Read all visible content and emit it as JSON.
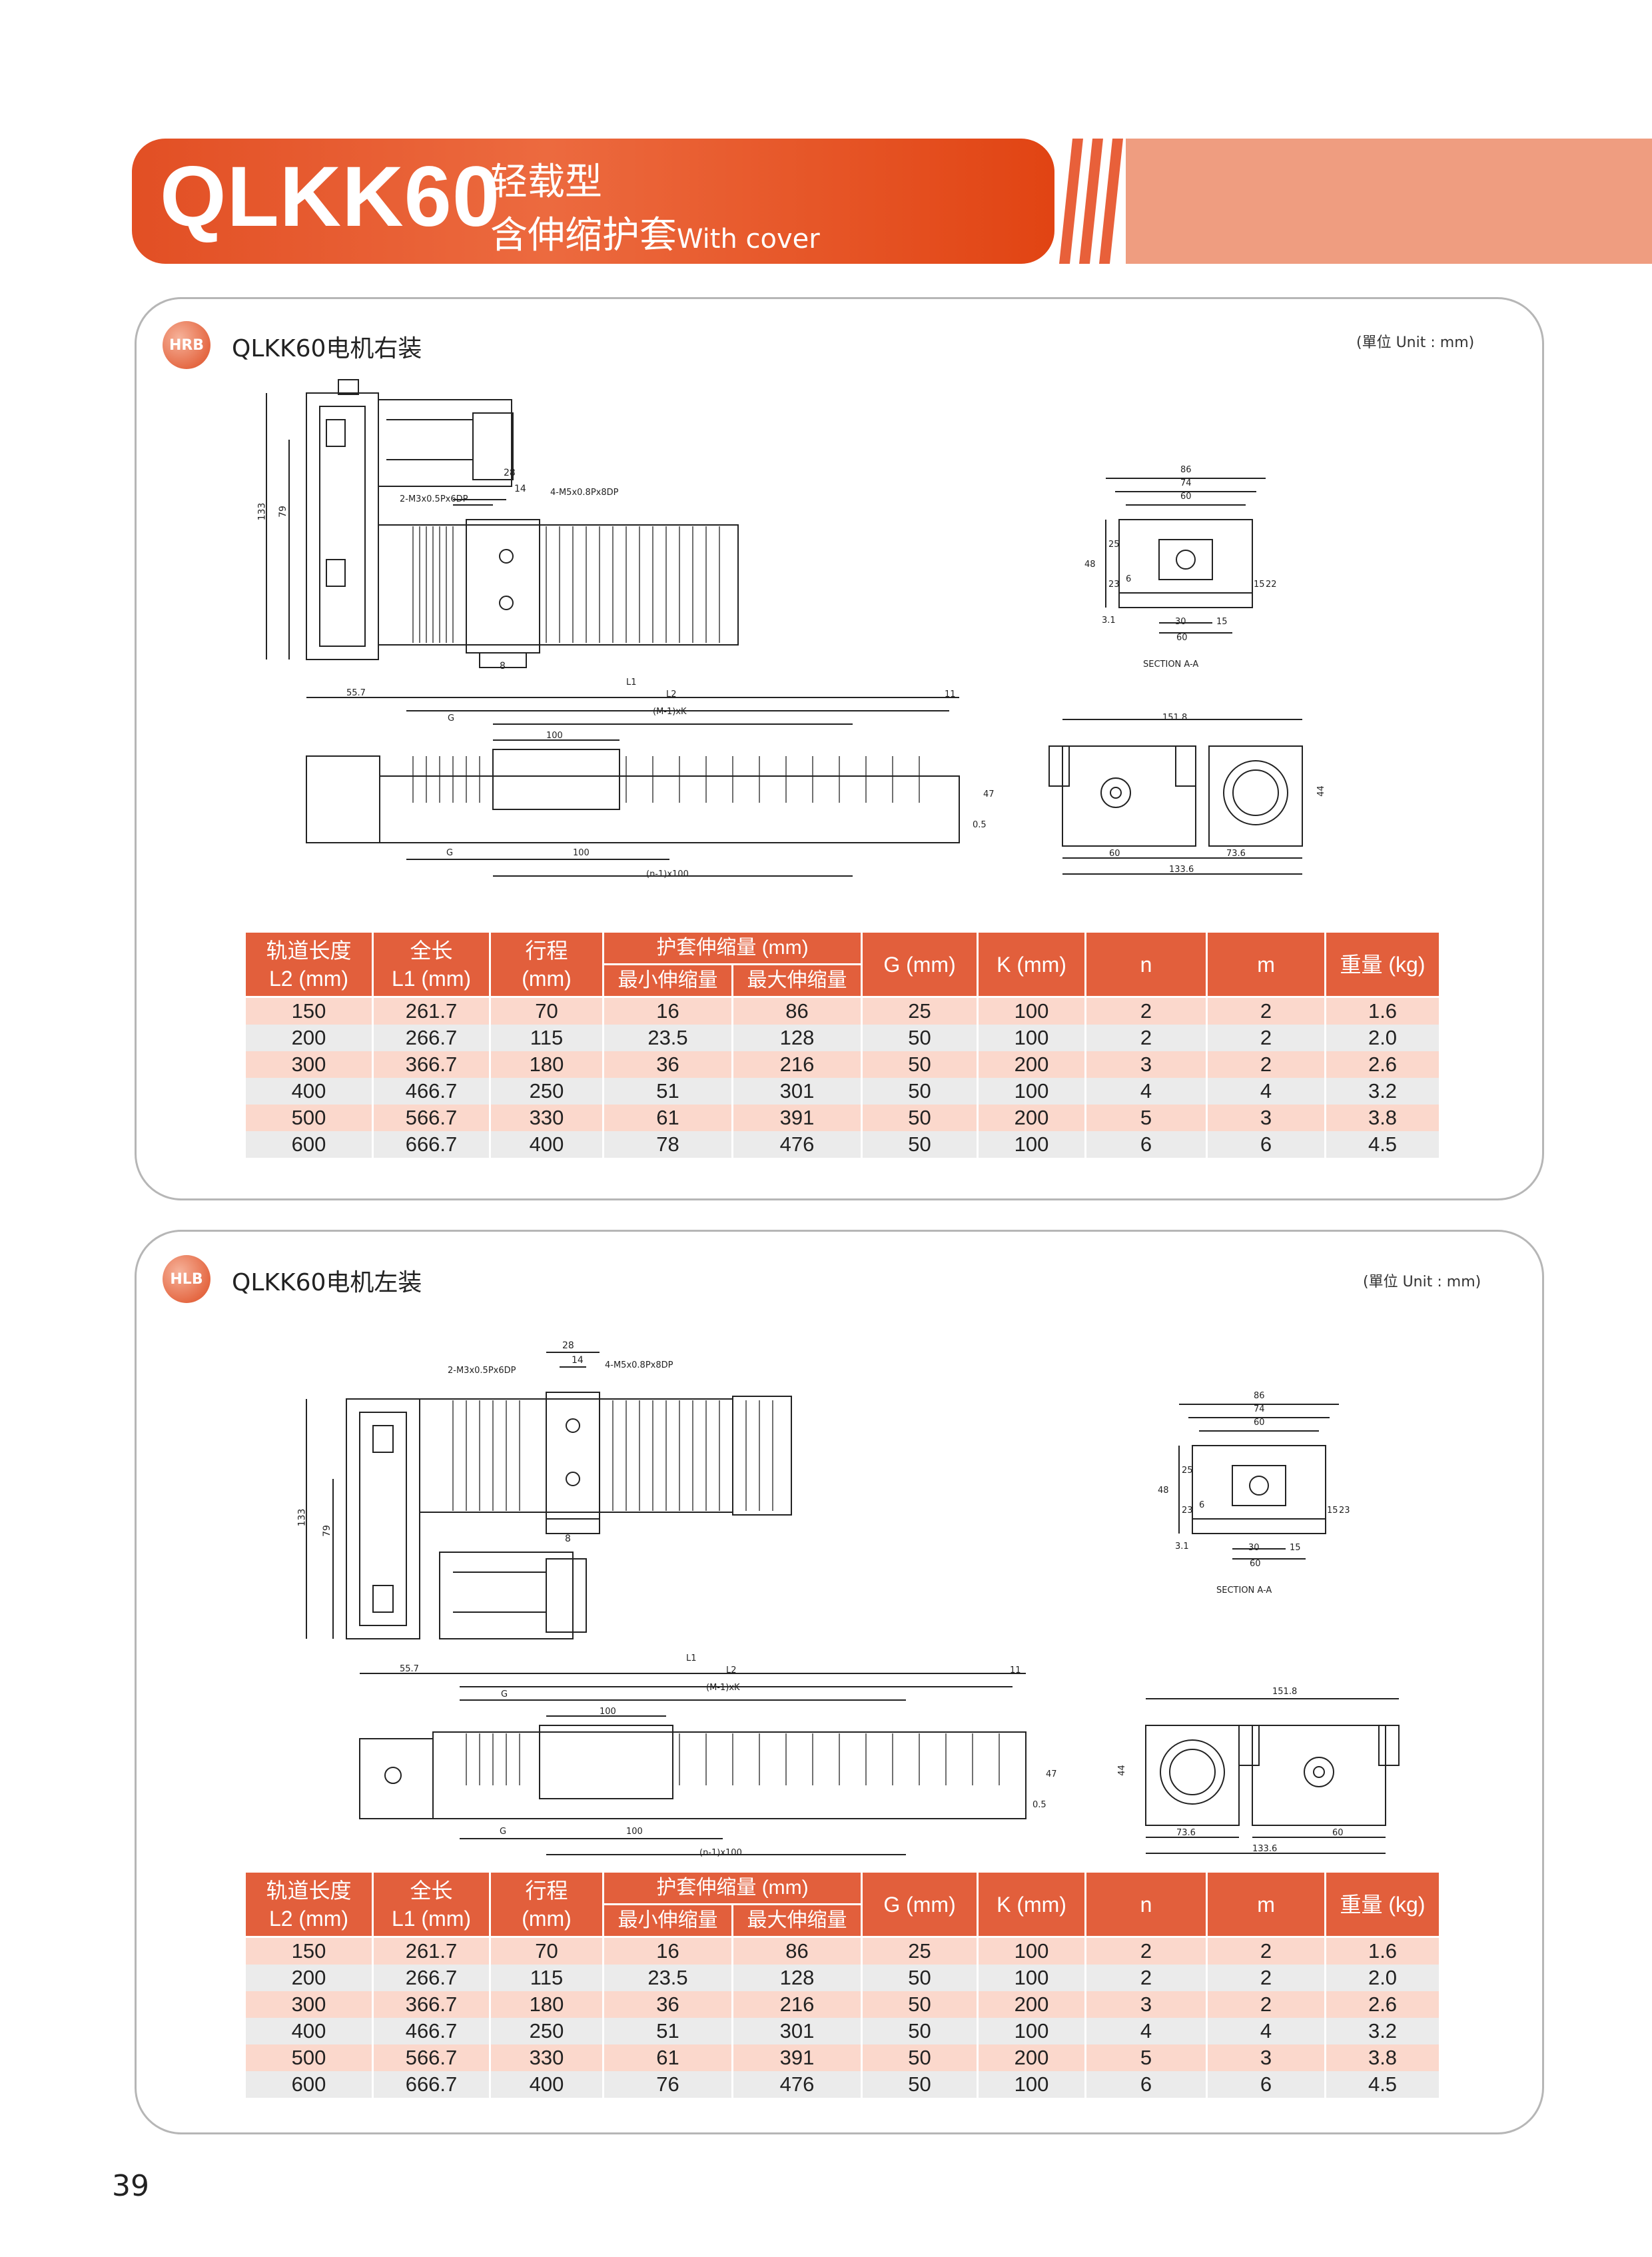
{
  "header": {
    "model": "QLKK60",
    "line1": "轻载型",
    "line2_cn": "含伸缩护套",
    "line2_en": "With cover"
  },
  "colors": {
    "accent": "#e25f3c",
    "row_odd": "#fbd8cc",
    "row_even": "#ebebeb"
  },
  "drawing_labels": {
    "dim_133": "133",
    "dim_79": "79",
    "dim_28": "28",
    "dim_14": "14",
    "dim_8": "8",
    "tap_a": "2-M3x0.5Px6DP",
    "tap_b": "4-M5x0.8Px8DP",
    "dim_55_7": "55.7",
    "dim_L1": "L1",
    "dim_L2": "L2",
    "dim_11": "11",
    "dim_G": "G",
    "dim_MK": "(M-1)xK",
    "dim_100": "100",
    "dim_47": "47",
    "dim_0_5": "0.5",
    "dim_n100": "(n-1)x100",
    "sec_86": "86",
    "sec_74": "74",
    "sec_60": "60",
    "sec_48": "48",
    "sec_25": "25",
    "sec_23": "23",
    "sec_6": "6",
    "sec_15": "15",
    "sec_22": "22",
    "sec_3_1": "3.1",
    "sec_30": "30",
    "section_title": "SECTION A-A",
    "end_151_8": "151.8",
    "end_44": "44",
    "end_73_6": "73.6",
    "end_133_6": "133.6"
  },
  "section_hrb": {
    "badge": "HRB",
    "title": "QLKK60电机右装",
    "unit": "(單位 Unit : mm)",
    "table": {
      "headers": {
        "rail_l2": [
          "轨道长度",
          "L2 (mm)"
        ],
        "full_l1": [
          "全长",
          "L1 (mm)"
        ],
        "stroke": [
          "行程",
          "(mm)"
        ],
        "cover_group": "护套伸缩量 (mm)",
        "cover_min": "最小伸缩量",
        "cover_max": "最大伸缩量",
        "g": "G (mm)",
        "k": "K (mm)",
        "n": "n",
        "m": "m",
        "weight": "重量 (kg)"
      },
      "rows": [
        [
          "150",
          "261.7",
          "70",
          "16",
          "86",
          "25",
          "100",
          "2",
          "2",
          "1.6"
        ],
        [
          "200",
          "266.7",
          "115",
          "23.5",
          "128",
          "50",
          "100",
          "2",
          "2",
          "2.0"
        ],
        [
          "300",
          "366.7",
          "180",
          "36",
          "216",
          "50",
          "200",
          "3",
          "2",
          "2.6"
        ],
        [
          "400",
          "466.7",
          "250",
          "51",
          "301",
          "50",
          "100",
          "4",
          "4",
          "3.2"
        ],
        [
          "500",
          "566.7",
          "330",
          "61",
          "391",
          "50",
          "200",
          "5",
          "3",
          "3.8"
        ],
        [
          "600",
          "666.7",
          "400",
          "78",
          "476",
          "50",
          "100",
          "6",
          "6",
          "4.5"
        ]
      ]
    }
  },
  "section_hlb": {
    "badge": "HLB",
    "title": "QLKK60电机左装",
    "unit": "(單位 Unit : mm)",
    "table": {
      "headers": {
        "rail_l2": [
          "轨道长度",
          "L2 (mm)"
        ],
        "full_l1": [
          "全长",
          "L1 (mm)"
        ],
        "stroke": [
          "行程",
          "(mm)"
        ],
        "cover_group": "护套伸缩量 (mm)",
        "cover_min": "最小伸缩量",
        "cover_max": "最大伸缩量",
        "g": "G (mm)",
        "k": "K (mm)",
        "n": "n",
        "m": "m",
        "weight": "重量 (kg)"
      },
      "rows": [
        [
          "150",
          "261.7",
          "70",
          "16",
          "86",
          "25",
          "100",
          "2",
          "2",
          "1.6"
        ],
        [
          "200",
          "266.7",
          "115",
          "23.5",
          "128",
          "50",
          "100",
          "2",
          "2",
          "2.0"
        ],
        [
          "300",
          "366.7",
          "180",
          "36",
          "216",
          "50",
          "200",
          "3",
          "2",
          "2.6"
        ],
        [
          "400",
          "466.7",
          "250",
          "51",
          "301",
          "50",
          "100",
          "4",
          "4",
          "3.2"
        ],
        [
          "500",
          "566.7",
          "330",
          "61",
          "391",
          "50",
          "200",
          "5",
          "3",
          "3.8"
        ],
        [
          "600",
          "666.7",
          "400",
          "76",
          "476",
          "50",
          "100",
          "6",
          "6",
          "4.5"
        ]
      ]
    }
  },
  "page_number": "39"
}
